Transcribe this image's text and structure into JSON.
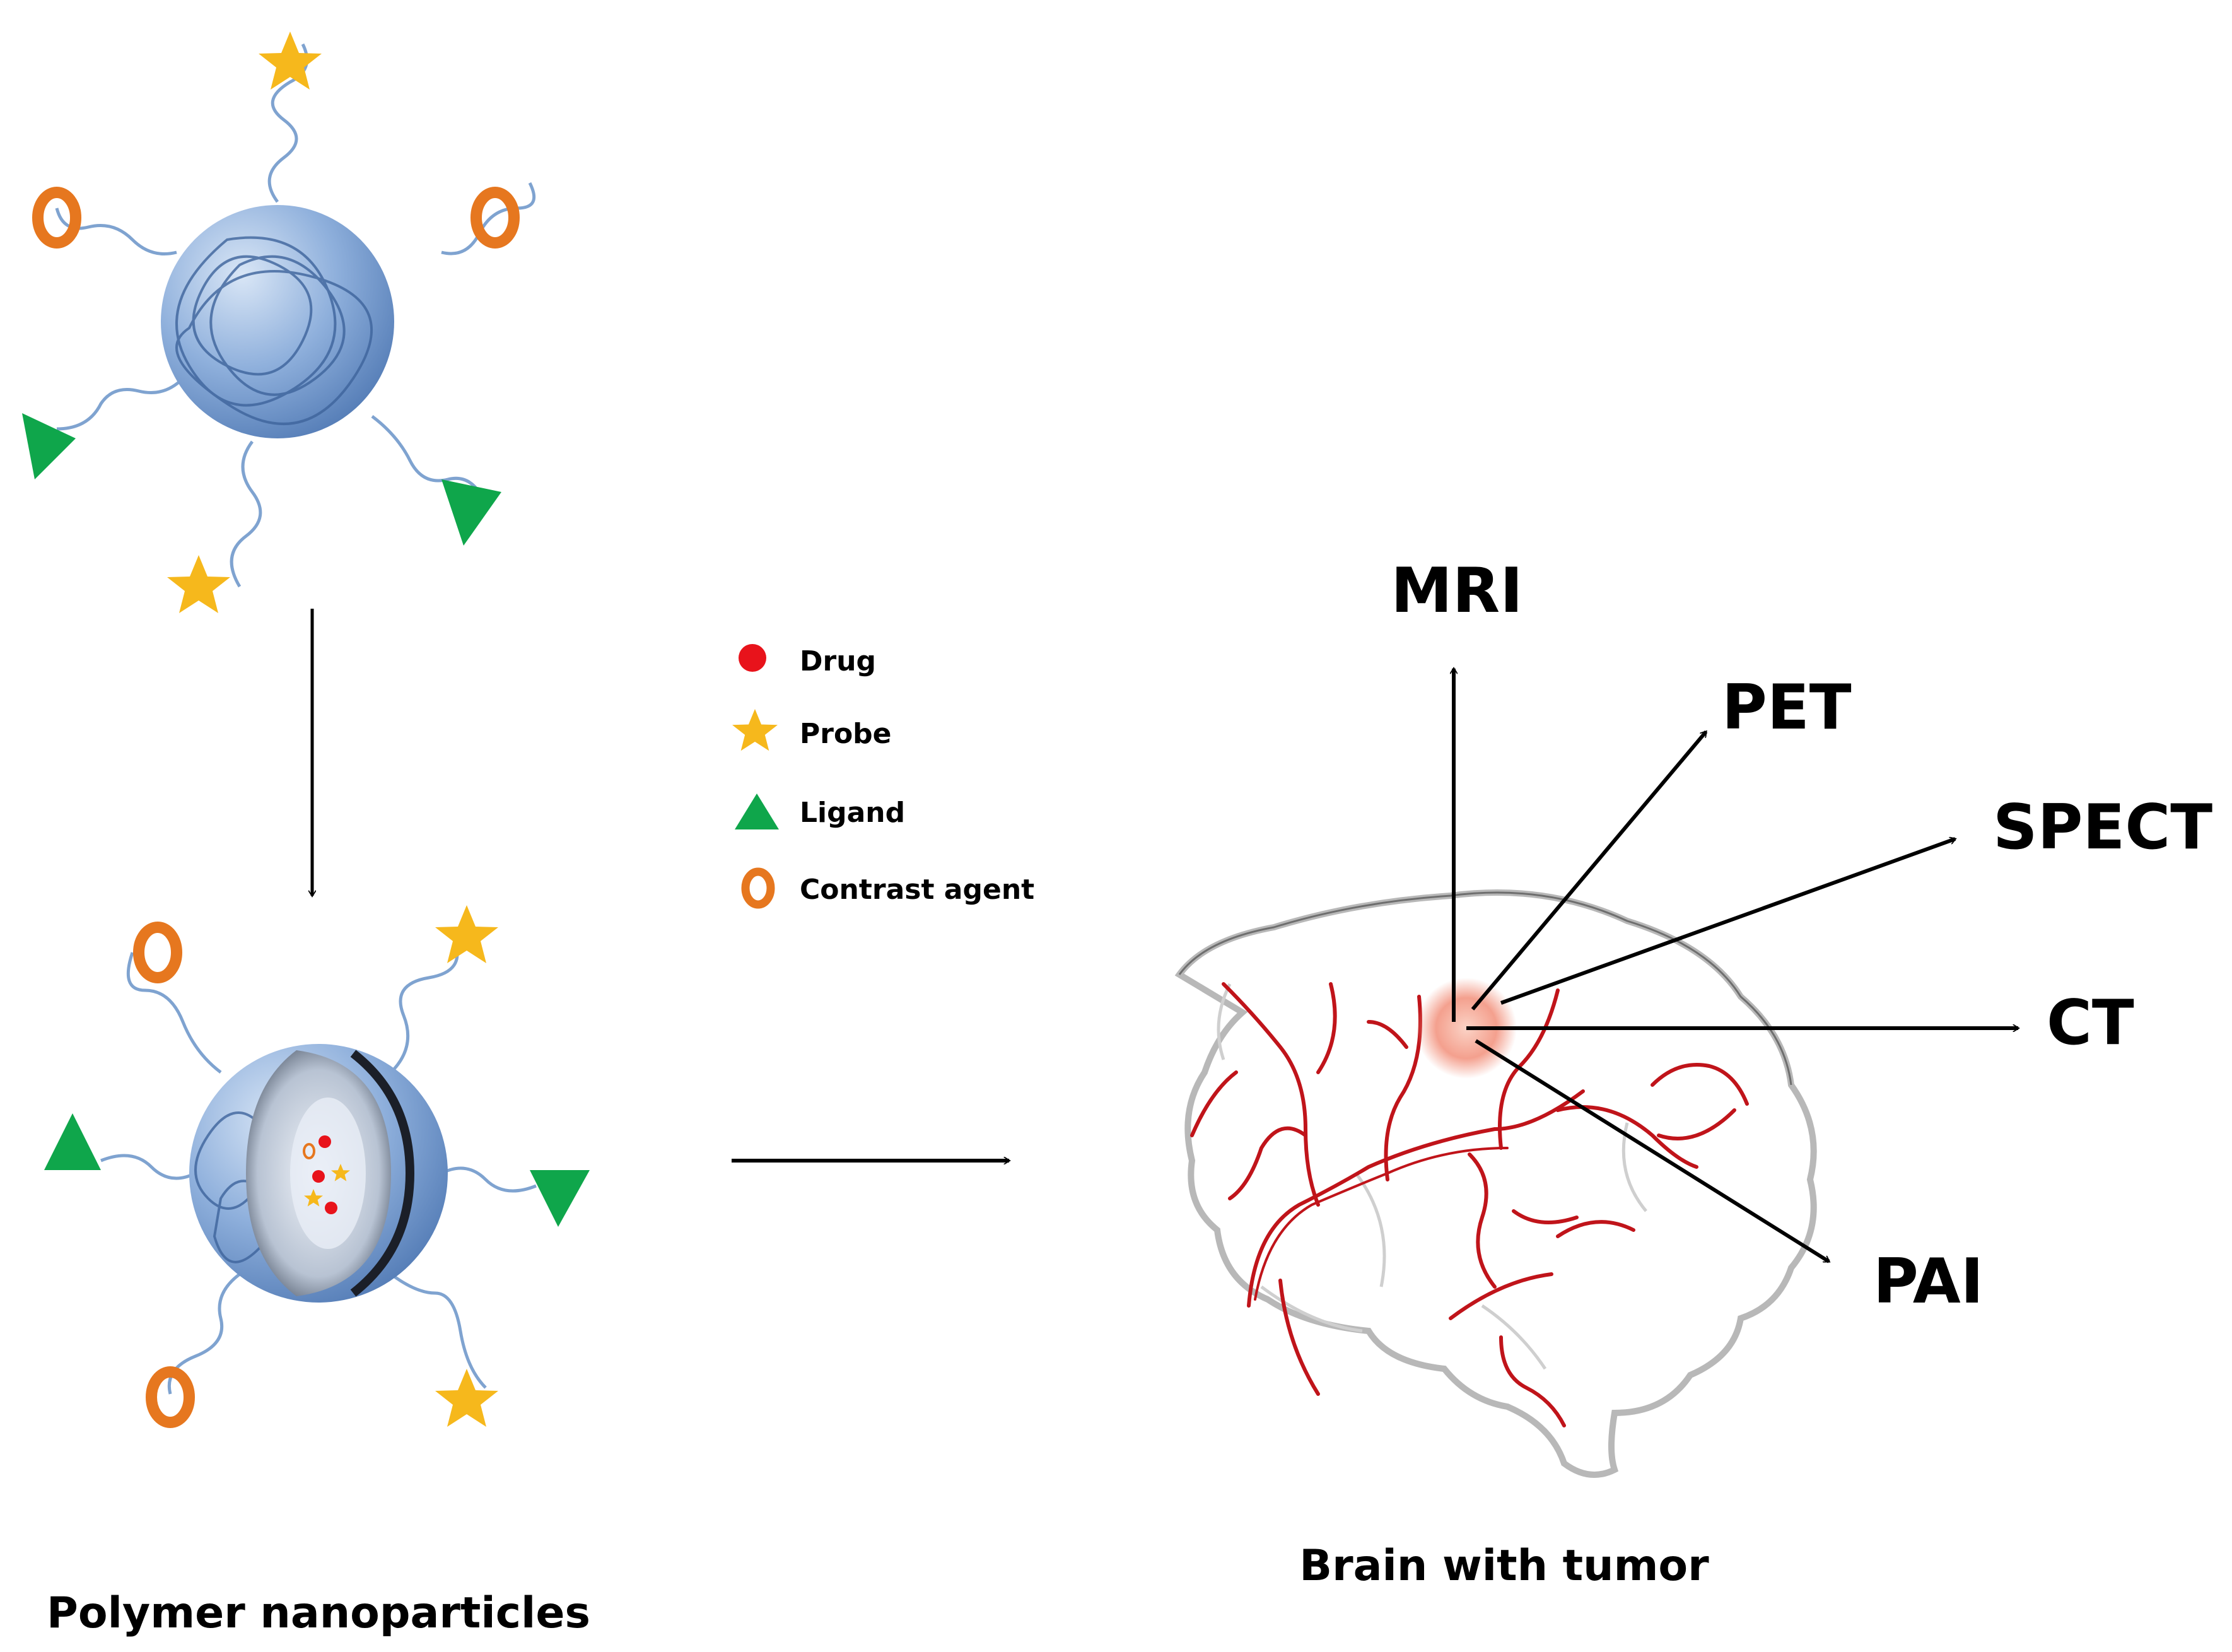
{
  "labels": {
    "left_caption": "Polymer nanoparticles",
    "right_caption": "Brain with tumor"
  },
  "legend": [
    {
      "label": "Drug",
      "icon": "red-dot-icon",
      "color": "#e8131b"
    },
    {
      "label": "Probe",
      "icon": "yellow-star-icon",
      "color": "#f6b81c"
    },
    {
      "label": "Ligand",
      "icon": "green-triangle-icon",
      "color": "#0fa64b"
    },
    {
      "label": "Contrast agent",
      "icon": "orange-ring-icon",
      "color": "#e6771f"
    }
  ],
  "modalities": [
    "MRI",
    "PET",
    "SPECT",
    "CT",
    "PAI"
  ],
  "colors": {
    "sphere": "#8fb0dc",
    "vessel": "#c0141a",
    "tumor": "#f4a08e",
    "outline": "#b8b8b8",
    "arrow": "#000000"
  }
}
